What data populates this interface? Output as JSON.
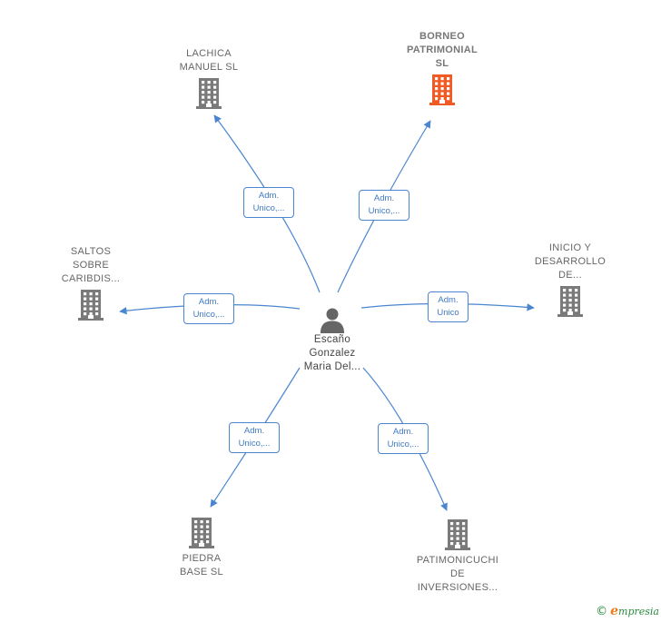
{
  "center": {
    "label": "Escaño\nGonzalez\nMaria Del...",
    "icon": "person-icon"
  },
  "companies": [
    {
      "id": "lachica",
      "label": "LACHICA\nMANUEL  SL",
      "icon": "building-icon",
      "highlight": false,
      "color": "#7a7a7a"
    },
    {
      "id": "borneo",
      "label": "BORNEO\nPATRIMONIAL\nSL",
      "icon": "building-icon",
      "highlight": true,
      "color": "#f05a24"
    },
    {
      "id": "saltos",
      "label": "SALTOS\nSOBRE\nCARIBDIS...",
      "icon": "building-icon",
      "highlight": false,
      "color": "#7a7a7a"
    },
    {
      "id": "inicio",
      "label": "INICIO Y\nDESARROLLO\nDE...",
      "icon": "building-icon",
      "highlight": false,
      "color": "#7a7a7a"
    },
    {
      "id": "piedra",
      "label": "PIEDRA\nBASE  SL",
      "icon": "building-icon",
      "highlight": false,
      "color": "#7a7a7a"
    },
    {
      "id": "patimonicuchi",
      "label": "PATIMONICUCHI\nDE\nINVERSIONES...",
      "icon": "building-icon",
      "highlight": false,
      "color": "#7a7a7a"
    }
  ],
  "relations": [
    {
      "target": "lachica",
      "label": "Adm.\nUnico,..."
    },
    {
      "target": "borneo",
      "label": "Adm.\nUnico,..."
    },
    {
      "target": "saltos",
      "label": "Adm.\nUnico,..."
    },
    {
      "target": "inicio",
      "label": "Adm.\nUnico"
    },
    {
      "target": "piedra",
      "label": "Adm.\nUnico,..."
    },
    {
      "target": "patimonicuchi",
      "label": "Adm.\nUnico,..."
    }
  ],
  "colors": {
    "edge": "#4a86d0",
    "building": "#7a7a7a",
    "building_highlight": "#f05a24",
    "person": "#666666"
  },
  "brand": {
    "copyright_symbol": "©",
    "initial": "e",
    "name": "mpresia"
  }
}
